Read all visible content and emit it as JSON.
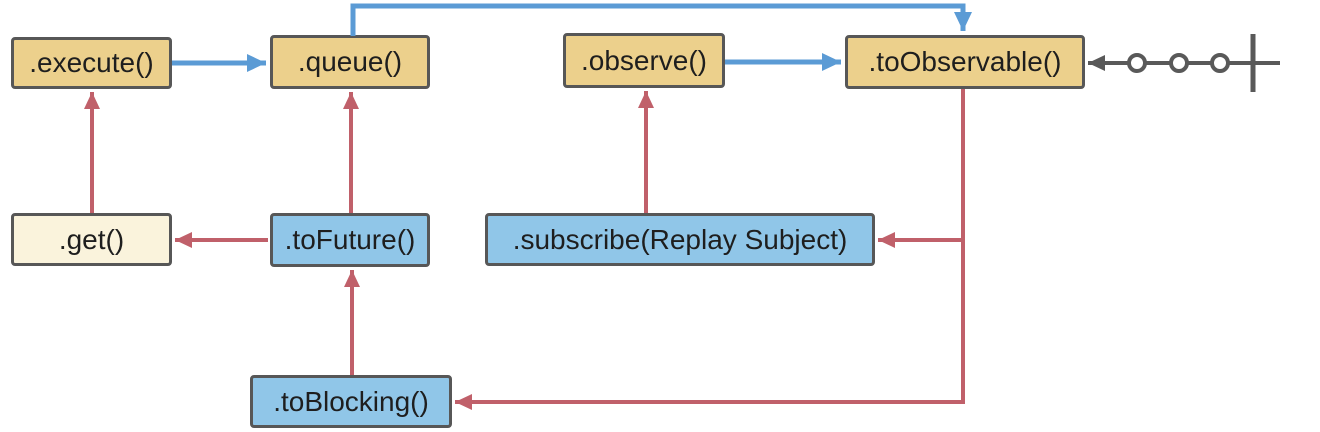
{
  "nodes": {
    "execute": {
      "label": ".execute()"
    },
    "queue": {
      "label": ".queue()"
    },
    "observe": {
      "label": ".observe()"
    },
    "to_observable": {
      "label": ".toObservable()"
    },
    "get": {
      "label": ".get()"
    },
    "to_future": {
      "label": ".toFuture()"
    },
    "subscribe": {
      "label": ".subscribe(Replay Subject)"
    },
    "to_blocking": {
      "label": ".toBlocking()"
    }
  },
  "edges": [
    {
      "from": "execute",
      "to": "queue",
      "style": "flow"
    },
    {
      "from": "queue",
      "to": "to_observable",
      "style": "flow"
    },
    {
      "from": "observe",
      "to": "to_observable",
      "style": "flow"
    },
    {
      "from": "get",
      "to": "execute",
      "style": "return"
    },
    {
      "from": "to_future",
      "to": "get",
      "style": "return"
    },
    {
      "from": "to_future",
      "to": "queue",
      "style": "return"
    },
    {
      "from": "subscribe",
      "to": "observe",
      "style": "return"
    },
    {
      "from": "to_blocking",
      "to": "to_future",
      "style": "return"
    },
    {
      "from": "to_observable",
      "to": "subscribe",
      "style": "return"
    },
    {
      "from": "to_observable",
      "to": "to_blocking",
      "style": "return"
    },
    {
      "from": "marble_stream",
      "to": "to_observable",
      "style": "marble"
    }
  ],
  "marble_stream": {
    "event_count": 3,
    "has_completion_bar": true
  },
  "colors": {
    "background": "#ffffff",
    "sync_fill": "#ecd08c",
    "result_fill": "#faf3dc",
    "async_fill": "#90c6e8",
    "node_border": "#575757",
    "node_text": "#1e1e1e",
    "flow_arrow": "#5b9bd5",
    "return_arrow": "#c0606a",
    "marble_stroke": "#595959"
  }
}
